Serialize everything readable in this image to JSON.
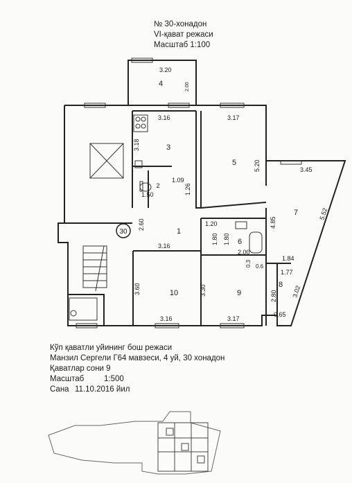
{
  "header": {
    "line1": "№ 30-хонадон",
    "line2": "VI-қават режаси",
    "line3": "Масштаб 1:100"
  },
  "rooms": [
    {
      "id": "1",
      "label": "1"
    },
    {
      "id": "3",
      "label": "3"
    },
    {
      "id": "4",
      "label": "4"
    },
    {
      "id": "5",
      "label": "5"
    },
    {
      "id": "6",
      "label": "6"
    },
    {
      "id": "7",
      "label": "7"
    },
    {
      "id": "8",
      "label": "8"
    },
    {
      "id": "9",
      "label": "9"
    },
    {
      "id": "10",
      "label": "10"
    },
    {
      "id": "2",
      "label": "2"
    }
  ],
  "apartment_marker": "30",
  "dimensions": {
    "d4_w": "3.20",
    "d4_h": "2.00",
    "d3_top": "3.16",
    "d3_side": "3.18",
    "d5_top": "3.17",
    "d5_side": "5.20",
    "d2_top": "1.09",
    "d2_bottom": "1.50",
    "d2_side": "1.26",
    "d1_side": "2.60",
    "d1_bottom": "3.16",
    "d7_top": "3.45",
    "d7_diag": "5.52",
    "d7_side": "4.85",
    "d6_top": "1.20",
    "d6_a": "1.80",
    "d6_b": "1.80",
    "d6_bottom": "2.00",
    "d03": "0.3",
    "d06": "0.6",
    "d8_a": "1.84",
    "d8_b": "1.77",
    "d8_side": "2.80",
    "d8_diag": "3.02",
    "d8_bottom": "0.65",
    "d10_side": "3.60",
    "d10_bottom": "3.16",
    "d9_side": "3.30",
    "d9_bottom": "3.17"
  },
  "info": {
    "title": "Кўп қаватли уйининг бош режаси",
    "address": "Манзил Сергели Г64 мавзеси, 4 уй, 30 хонадон",
    "floors": "Қаватлар сони 9",
    "scale_label": "Масштаб",
    "scale_value": "1:500",
    "date_label": "Сана",
    "date_value": "11.10.2016 йил"
  }
}
